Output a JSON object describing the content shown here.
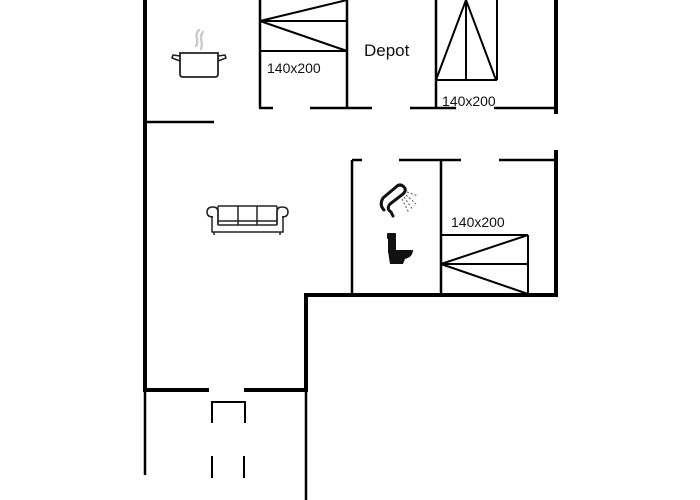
{
  "floorplan": {
    "title": "",
    "colors": {
      "wall": "#000000",
      "background": "#ffffff",
      "steam": "#cccccc",
      "icon": "#222222"
    },
    "rooms": {
      "kitchen": {
        "icon": "cooking-pot-icon"
      },
      "bedroom_1": {
        "bed_label": "140x200"
      },
      "depot": {
        "label": "Depot"
      },
      "bedroom_2": {
        "bed_label": "140x200"
      },
      "living_room": {
        "icon": "sofa-icon"
      },
      "bathroom": {
        "icons": [
          "shower-icon",
          "toilet-icon"
        ]
      },
      "bedroom_3": {
        "bed_label": "140x200"
      },
      "entrance": {
        "icon": "door-icon"
      }
    }
  }
}
